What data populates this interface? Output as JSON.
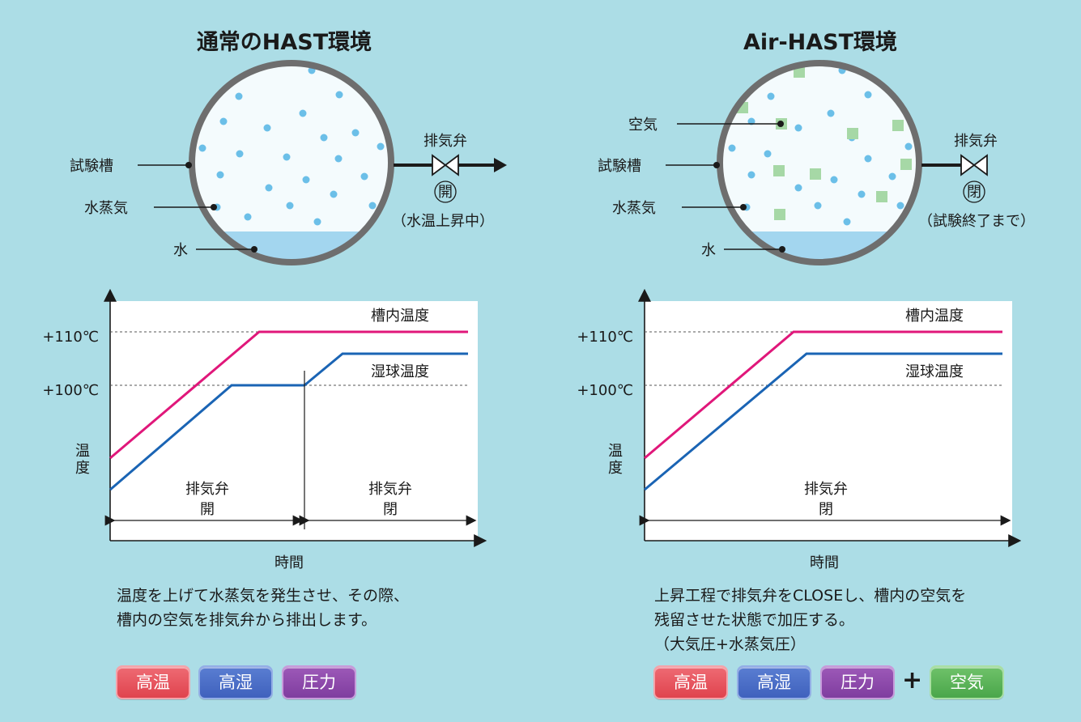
{
  "left": {
    "title": "通常のHAST環境",
    "chamber": "試験槽",
    "steam": "水蒸気",
    "water": "水",
    "valve": "排気弁",
    "valve_state_mark": "開",
    "valve_state_note": "（水温上昇中）",
    "tick_110": "+110℃",
    "tick_100": "+100℃",
    "ylabel_1": "温",
    "ylabel_2": "度",
    "xlabel": "時間",
    "series_chamber": "槽内温度",
    "series_wetbulb": "湿球温度",
    "phase1_line1": "排気弁",
    "phase1_line2": "開",
    "phase2_line1": "排気弁",
    "phase2_line2": "閉",
    "desc_1": "温度を上げて水蒸気を発生させ、その際、",
    "desc_2": "槽内の空気を排気弁から排出します。",
    "chips": [
      "高温",
      "高湿",
      "圧力"
    ]
  },
  "right": {
    "title": "Air-HAST環境",
    "air": "空気",
    "chamber": "試験槽",
    "steam": "水蒸気",
    "water": "水",
    "valve": "排気弁",
    "valve_state_mark": "閉",
    "valve_state_note": "（試験終了まで）",
    "tick_110": "+110℃",
    "tick_100": "+100℃",
    "ylabel_1": "温",
    "ylabel_2": "度",
    "xlabel": "時間",
    "series_chamber": "槽内温度",
    "series_wetbulb": "湿球温度",
    "phase_line1": "排気弁",
    "phase_line2": "閉",
    "desc_1": "上昇工程で排気弁をCLOSEし、槽内の空気を",
    "desc_2": "残留させた状態で加圧する。",
    "desc_3": "（大気圧+水蒸気圧）",
    "chips": [
      "高温",
      "高湿",
      "圧力"
    ],
    "plus": "+",
    "chip_air": "空気"
  },
  "colors": {
    "background": "#acdde6",
    "chamber_temp": "#e0177a",
    "wet_bulb_temp": "#1a64b4",
    "steam_dot": "#6bbfe8",
    "air_square": "#a6d8a6",
    "water": "#a3d6ef",
    "vessel_wall": "#6e6e6e"
  }
}
